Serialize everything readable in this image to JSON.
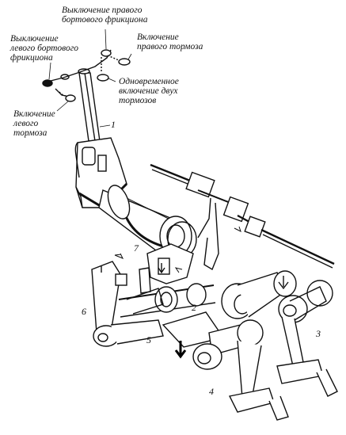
{
  "labels": {
    "right_clutch_off": "Выключение правого\nбортового фрикциона",
    "left_clutch_off": "Выключение\nлевого бортового\nфрикциона",
    "right_brake_on": "Включение\nправого тормоза",
    "both_brakes_on": "Одновременное\nвключение двух\nтормозов",
    "left_brake_on": "Включение\nлевого\nтормоза"
  },
  "callouts": {
    "n1": "1",
    "n2": "2",
    "n3": "3",
    "n4": "4",
    "n5": "5",
    "n6": "6",
    "n7": "7"
  }
}
